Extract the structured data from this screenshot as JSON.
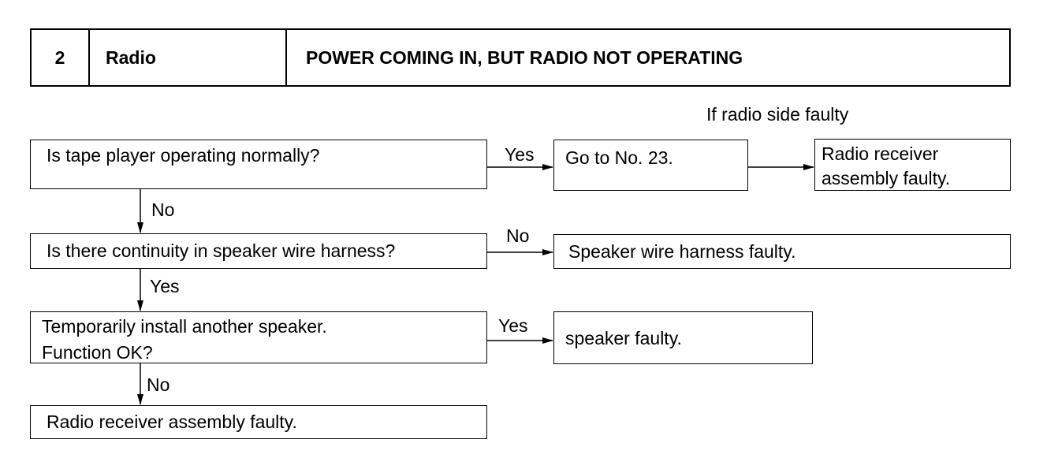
{
  "header": {
    "number": "2",
    "system": "Radio",
    "title": "POWER COMING IN, BUT RADIO NOT OPERATING"
  },
  "note": "If radio side faulty",
  "nodes": {
    "q1": "Is tape player operating normally?",
    "goto": "Go to No. 23.",
    "radio_faulty_top": [
      "Radio receiver",
      "assembly faulty."
    ],
    "q2": "Is there continuity in speaker wire harness?",
    "harness_faulty": "Speaker wire harness faulty.",
    "q3": [
      "Temporarily install another speaker.",
      "Function OK?"
    ],
    "speaker_faulty": "speaker faulty.",
    "radio_faulty_bottom": "Radio receiver assembly faulty."
  },
  "edges": {
    "q1_yes": "Yes",
    "q1_no": "No",
    "q2_no": "No",
    "q2_yes": "Yes",
    "q3_yes": "Yes",
    "q3_no": "No"
  }
}
